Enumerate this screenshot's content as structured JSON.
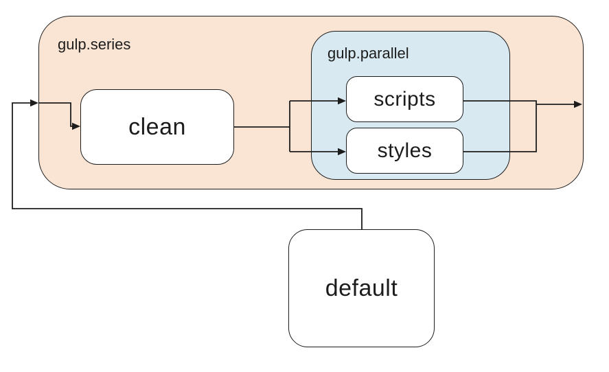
{
  "diagram": {
    "series": {
      "label": "gulp.series"
    },
    "parallel": {
      "label": "gulp.parallel"
    },
    "nodes": {
      "clean": "clean",
      "scripts": "scripts",
      "styles": "styles",
      "default": "default"
    },
    "colors": {
      "series_fill": "#fae4d3",
      "parallel_fill": "#d8e9f1",
      "node_fill": "#ffffff",
      "stroke": "#1c1c1c"
    },
    "edges": [
      {
        "id": "default-to-series-entry",
        "from": "default",
        "to": "gulp.series"
      },
      {
        "id": "series-entry-to-clean",
        "from": "gulp.series entry",
        "to": "clean"
      },
      {
        "id": "clean-to-scripts",
        "from": "clean",
        "to": "scripts"
      },
      {
        "id": "clean-to-styles",
        "from": "clean",
        "to": "styles"
      },
      {
        "id": "scripts-to-series-exit",
        "from": "scripts",
        "to": "gulp.series exit"
      },
      {
        "id": "styles-to-series-exit",
        "from": "styles",
        "to": "gulp.series exit"
      }
    ]
  }
}
